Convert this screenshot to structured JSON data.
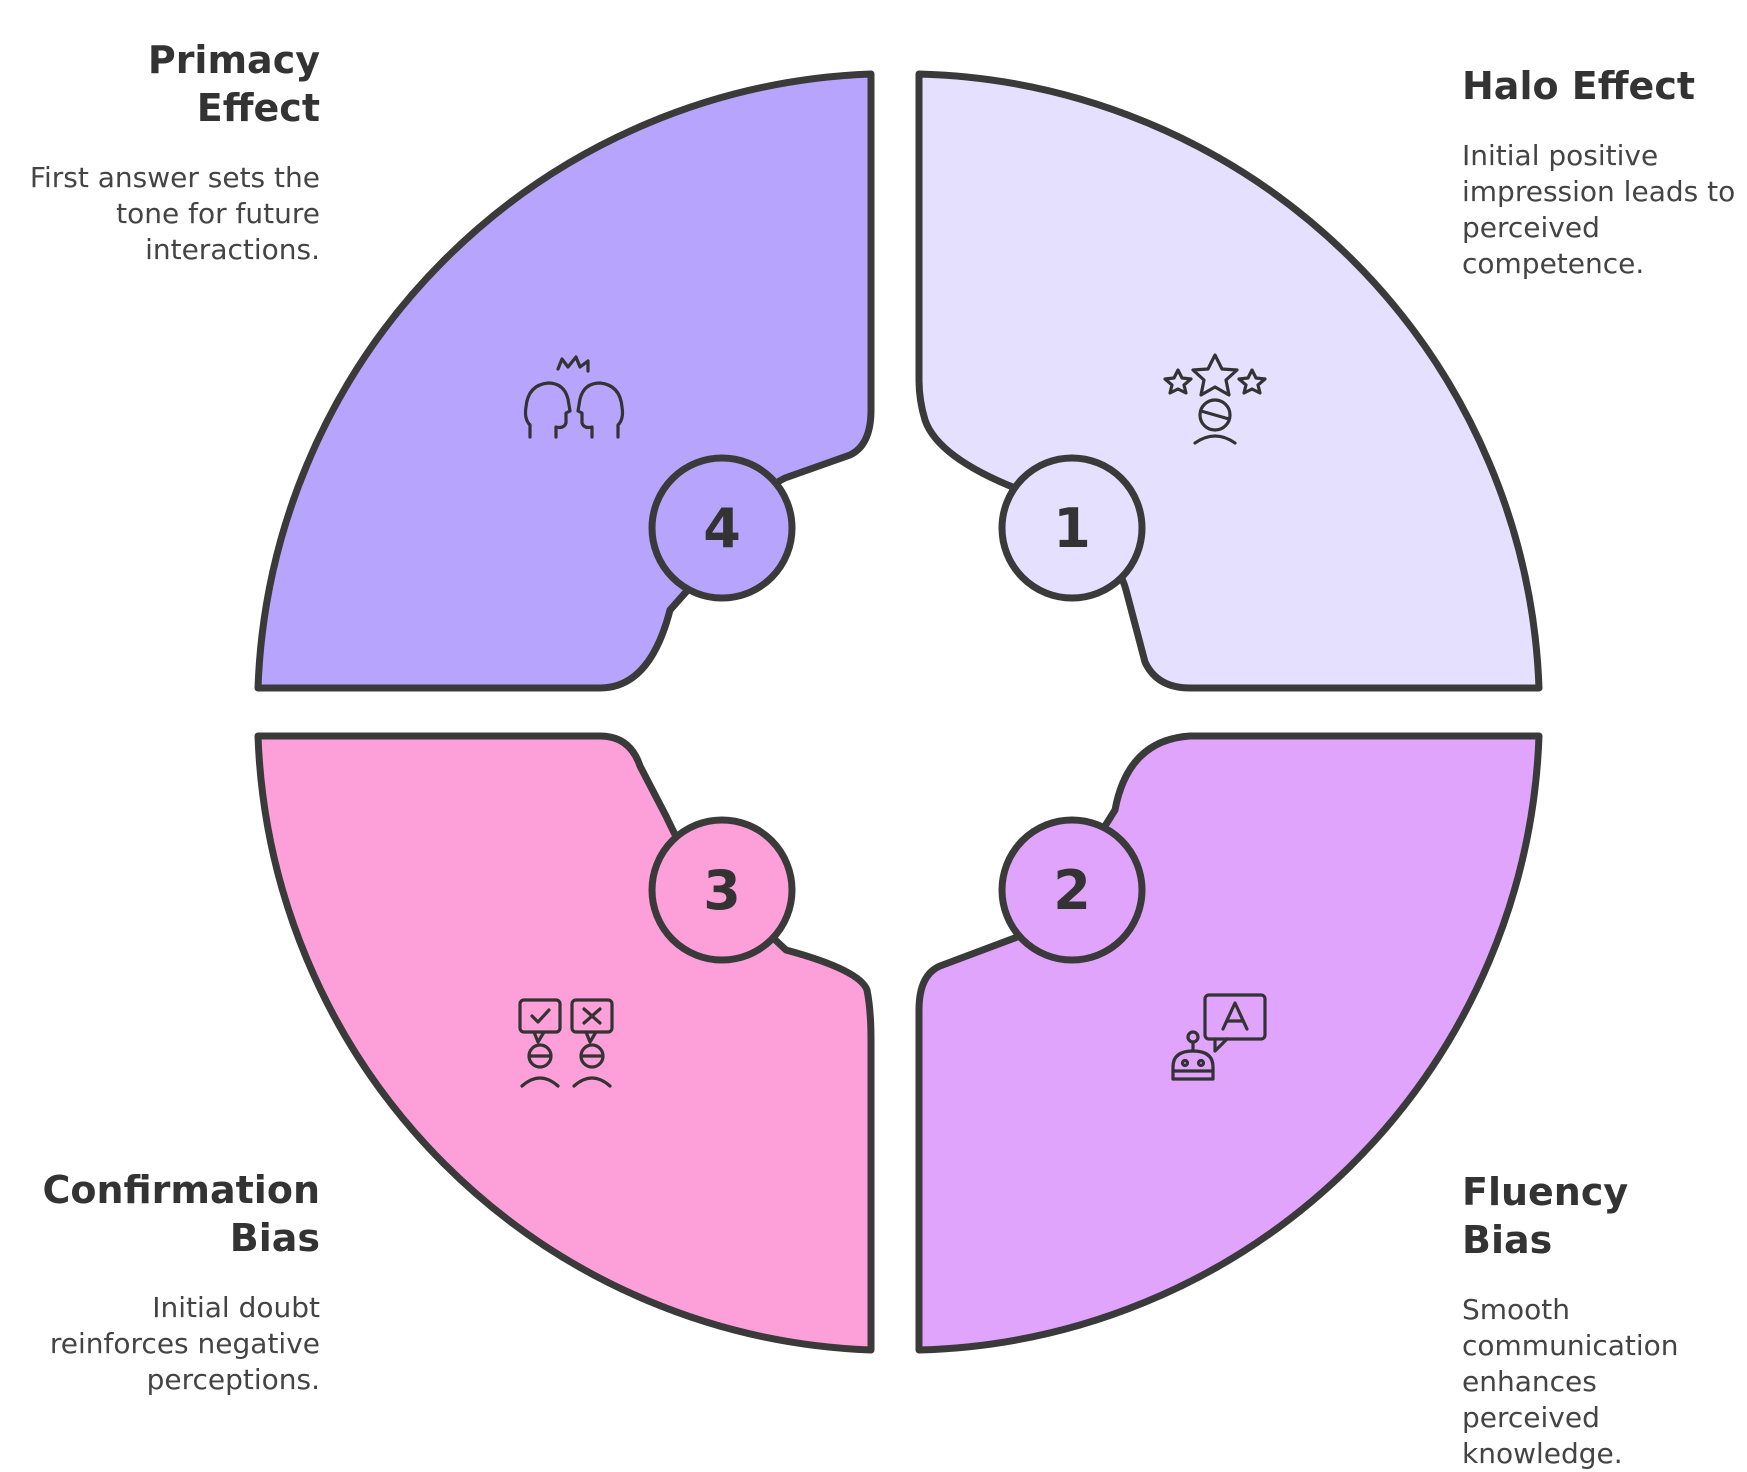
{
  "colors": {
    "q1_fill": "#e6e0ff",
    "q2_fill": "#e1a4fc",
    "q3_fill": "#fd9fd8",
    "q4_fill": "#b7a5fd",
    "outline": "#3a3a3a",
    "text": "#333333"
  },
  "segments": [
    {
      "number": "1",
      "title": "Halo Effect",
      "description": "Initial positive impression leads to perceived competence.",
      "icon": "person-with-stars-icon"
    },
    {
      "number": "2",
      "title": "Fluency Bias",
      "description": "Smooth communication enhances perceived knowledge.",
      "icon": "robot-speech-bubble-icon"
    },
    {
      "number": "3",
      "title": "Confirmation Bias",
      "description": "Initial doubt reinforces negative perceptions.",
      "icon": "people-check-cross-icon"
    },
    {
      "number": "4",
      "title": "Primacy Effect",
      "description": "First answer sets the tone for future interactions.",
      "icon": "two-heads-burst-icon"
    }
  ]
}
